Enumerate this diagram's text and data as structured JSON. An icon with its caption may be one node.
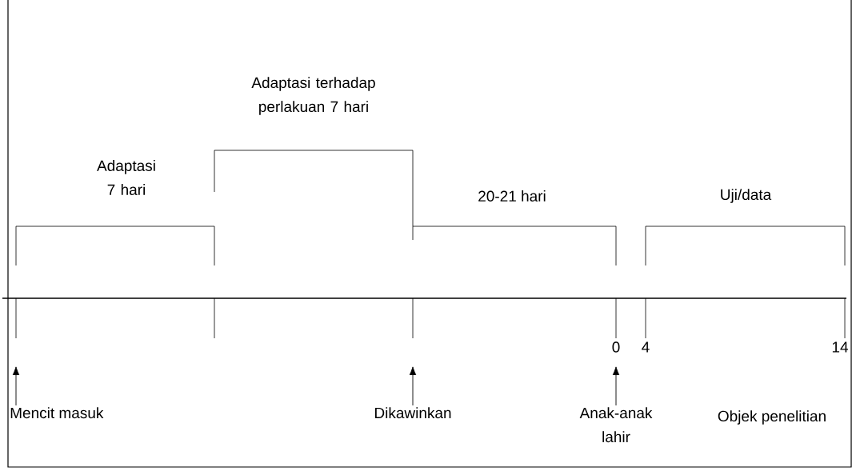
{
  "diagram": {
    "nodes": [
      {
        "text": [
          "Mencit masuk"
        ]
      },
      {
        "text": [
          "Dikawinkan"
        ]
      },
      {
        "text": [
          "Anak-anak lahir"
        ]
      }
    ],
    "edges": [
      {
        "from": 0,
        "to": null,
        "arrow": "to"
      },
      {
        "from": 1,
        "to": null,
        "arrow": "to"
      },
      {
        "from": 2,
        "to": null,
        "arrow": "to"
      }
    ],
    "labels": [
      "Adaptasi terhadap perlakuan 7 hari",
      "Adaptasi 7 hari",
      "20-21 hari",
      "Uji/data",
      "0",
      "4",
      "14",
      "Objek penelitian"
    ]
  }
}
